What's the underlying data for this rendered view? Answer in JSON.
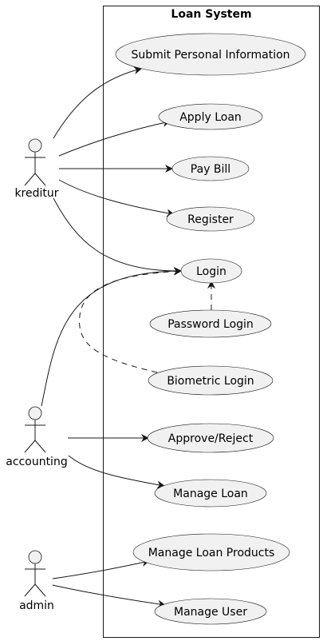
{
  "system": {
    "title": "Loan System"
  },
  "actors": {
    "kreditur": "kreditur",
    "accounting": "accounting",
    "admin": "admin"
  },
  "use_cases": {
    "submit_personal_information": "Submit Personal Information",
    "apply_loan": "Apply Loan",
    "pay_bill": "Pay Bill",
    "register": "Register",
    "login": "Login",
    "password_login": "Password Login",
    "biometric_login": "Biometric Login",
    "approve_reject": "Approve/Reject",
    "manage_loan": "Manage Loan",
    "manage_loan_products": "Manage Loan Products",
    "manage_user": "Manage User"
  },
  "colors": {
    "node_fill": "#f1f1f1",
    "stroke": "#181818",
    "background": "#ffffff"
  }
}
